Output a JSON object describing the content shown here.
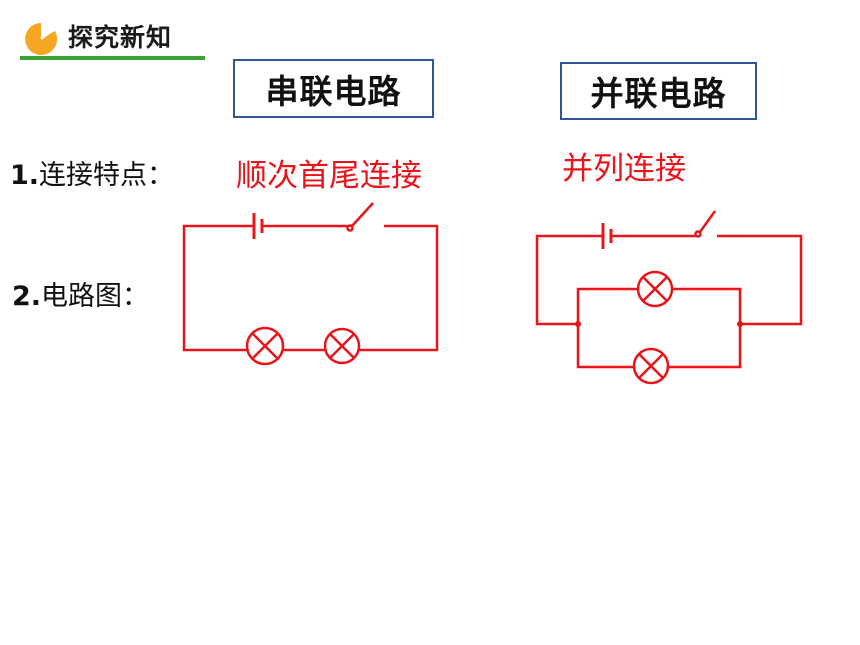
{
  "header": {
    "title": "探究新知",
    "icon": "pie-chart-icon",
    "accent_color": "#3aa335",
    "icon_color": "#f5a623"
  },
  "series": {
    "title": "串联电路",
    "feature": "顺次首尾连接"
  },
  "parallel": {
    "title": "并联电路",
    "feature": "并列连接"
  },
  "labels": {
    "item1_num": "1.",
    "item1_text": "连接特点：",
    "item2_num": "2.",
    "item2_text": "电路图："
  },
  "colors": {
    "circuit": "#e8141a",
    "box_border": "#2f5597",
    "feature_text": "#e8141a"
  }
}
